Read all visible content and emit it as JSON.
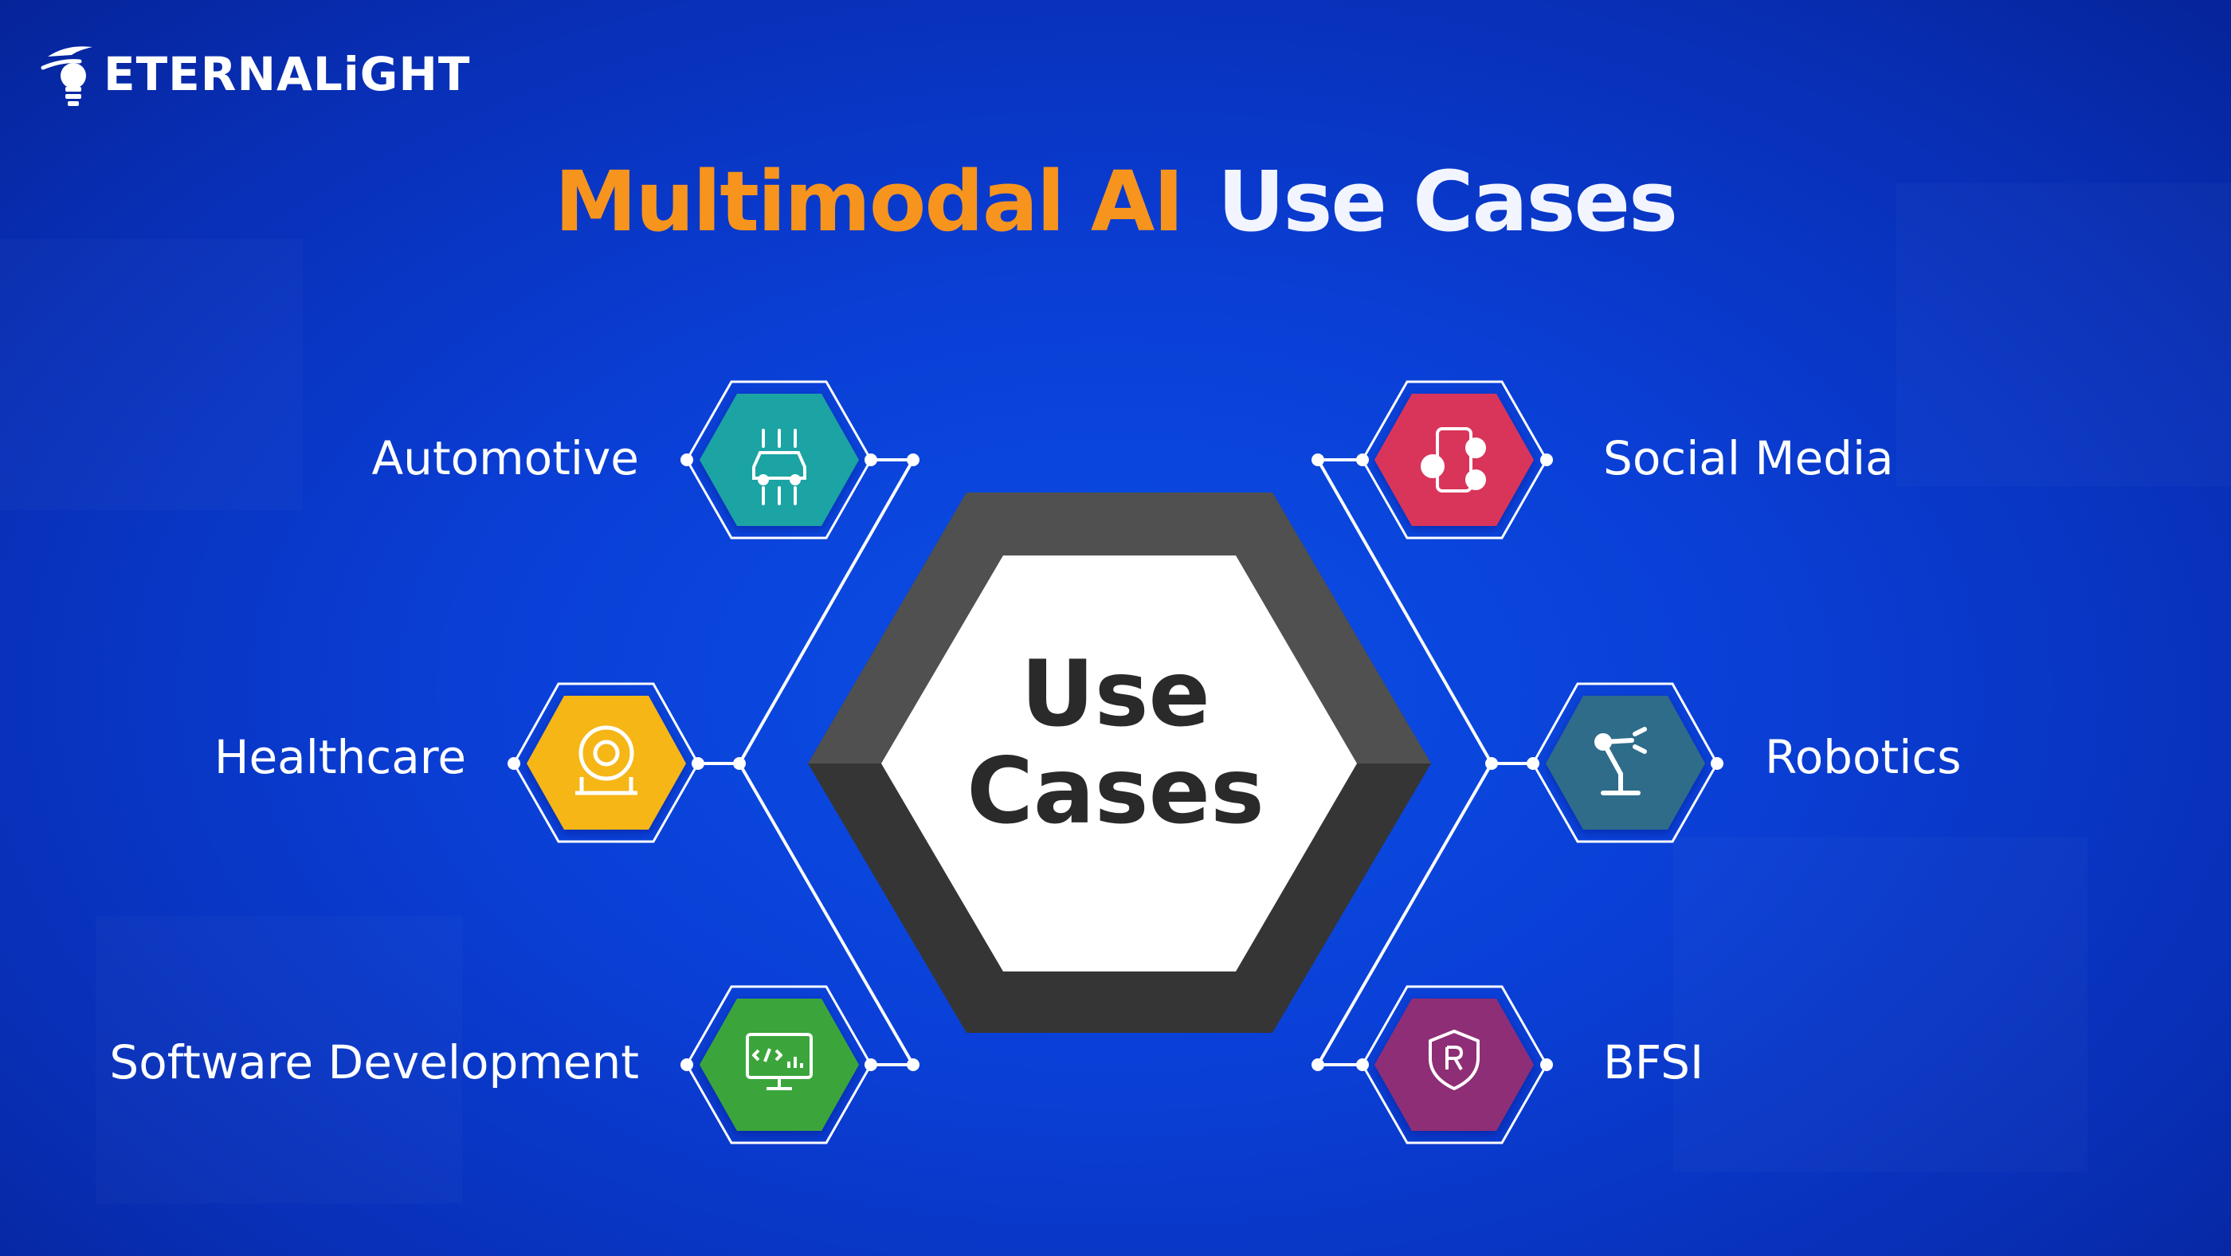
{
  "brand": {
    "name": "ETERNALiGHT"
  },
  "title": {
    "part1": "Multimodal AI",
    "part2": "Use Cases"
  },
  "center": {
    "line1": "Use",
    "line2": "Cases"
  },
  "colors": {
    "title_accent": "#f7941d",
    "automotive": "#1aa3a3",
    "healthcare": "#f5b614",
    "software_development": "#3aa53a",
    "social_media": "#d9345a",
    "robotics": "#2f6c8a",
    "bfsi": "#8e2e76",
    "center_frame": "#3a3a3a"
  },
  "use_cases": [
    {
      "id": "automotive",
      "label": "Automotive",
      "icon": "car-circuit-icon"
    },
    {
      "id": "healthcare",
      "label": "Healthcare",
      "icon": "mri-scanner-icon"
    },
    {
      "id": "software_development",
      "label": "Software Development",
      "icon": "code-monitor-icon"
    },
    {
      "id": "social_media",
      "label": "Social Media",
      "icon": "social-phone-icon"
    },
    {
      "id": "robotics",
      "label": "Robotics",
      "icon": "robot-arm-icon"
    },
    {
      "id": "bfsi",
      "label": "BFSI",
      "icon": "secure-payment-icon"
    }
  ]
}
